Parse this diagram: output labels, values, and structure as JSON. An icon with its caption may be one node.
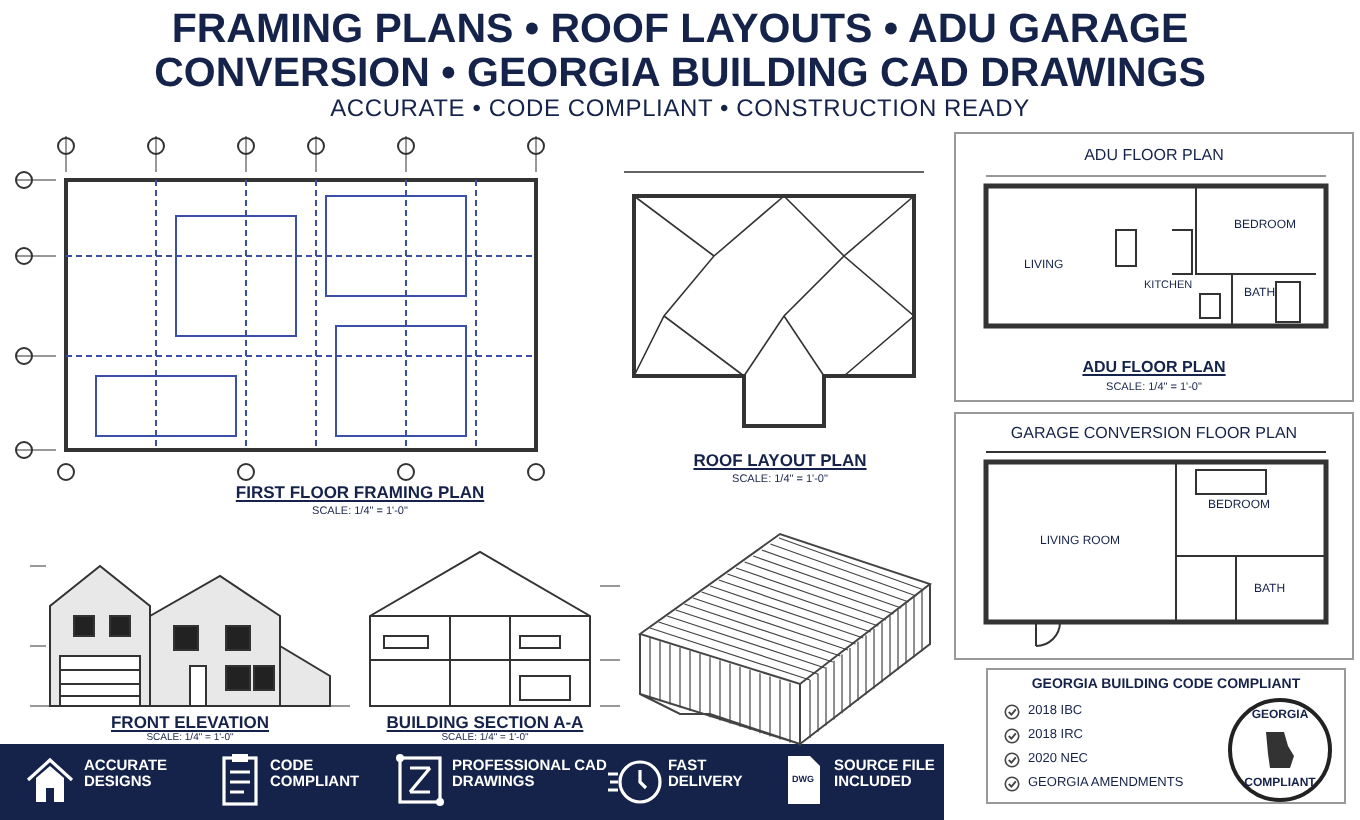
{
  "diagram": {
    "title": "FRAMING PLANS • ROOF LAYOUTS • ADU GARAGE CONVERSION • GEORGIA BUILDING CAD DRAWINGS",
    "nodes": [
      {
        "text": [
          "ADU FLOOR PLAN",
          "ADU FLOOR PLAN",
          "SCALE: 1/4\" = 1'-0\""
        ]
      },
      {
        "text": [
          "GARAGE CONVERSION FLOOR PLAN"
        ]
      },
      {
        "text": [
          "GEORGIA BUILDING CODE COMPLIANT",
          "2018 IBC",
          "2018 IRC",
          "2020 NEC",
          "GEORGIA AMENDMENTS"
        ]
      },
      {
        "text": [
          "GEORGIA",
          "COMPLIANT"
        ],
        "in": 2
      }
    ],
    "edges": [],
    "labels": [
      "ACCURATE • CODE COMPLIANT • CONSTRUCTION READY",
      "FIRST FLOOR FRAMING PLAN",
      "SCALE: 1/4\" = 1'-0\"",
      "ROOF LAYOUT PLAN",
      "SCALE: 1/4\" = 1'-0\"",
      "FRONT ELEVATION",
      "SCALE: 1/4\" = 1'-0\"",
      "BUILDING SECTION A-A",
      "SCALE: 1/4\" = 1'-0\"",
      "LIVING",
      "KITCHEN",
      "BEDROOM",
      "BATH",
      "LIVING ROOM",
      "BEDROOM",
      "BATH",
      "ACCURATE DESIGNS",
      "CODE COMPLIANT",
      "PROFESSIONAL CAD DRAWINGS",
      "FAST DELIVERY",
      "SOURCE FILE INCLUDED",
      "DWG"
    ]
  }
}
